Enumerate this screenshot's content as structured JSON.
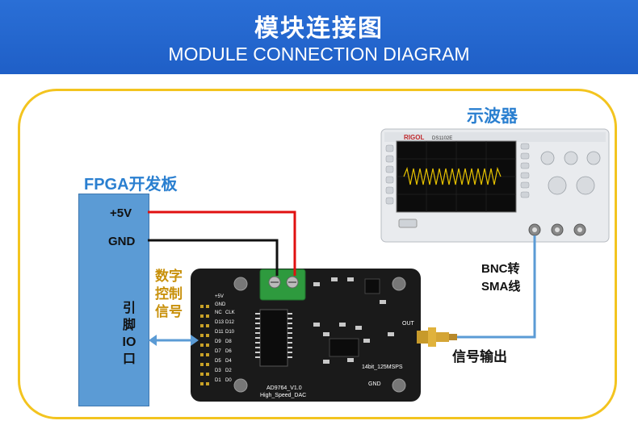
{
  "header": {
    "title_cn": "模块连接图",
    "title_en": "MODULE CONNECTION DIAGRAM"
  },
  "fpga": {
    "title": "FPGA开发板",
    "pin_5v": "+5V",
    "pin_gnd": "GND",
    "io_label": "引 脚 IO 口"
  },
  "control_label": "数字控制信号",
  "oscilloscope": {
    "title": "示波器",
    "brand": "RIGOL",
    "model": "DS1102E"
  },
  "cable_label_line1": "BNC转",
  "cable_label_line2": "SMA线",
  "output_label": "信号输出",
  "module": {
    "chip_name": "AD9764_V1.0",
    "board_name": "High_Speed_DAC",
    "spec": "14bit_125MSPS",
    "out_label": "OUT",
    "gnd_label": "GND",
    "header_labels": [
      "+5V",
      "GND",
      "NC",
      "D13",
      "D11",
      "D9",
      "D7",
      "D5",
      "D3",
      "D1",
      "CLK",
      "D12",
      "D10",
      "D8",
      "D6",
      "D4",
      "D2",
      "D0"
    ]
  },
  "colors": {
    "header_bg": "#1f5fc7",
    "frame": "#f3c41f",
    "fpga_board": "#5b9bd5",
    "wire_5v": "#e01010",
    "wire_gnd": "#111111",
    "signal_arrow": "#5b9bd5",
    "pcb": "#1a1a1a"
  }
}
